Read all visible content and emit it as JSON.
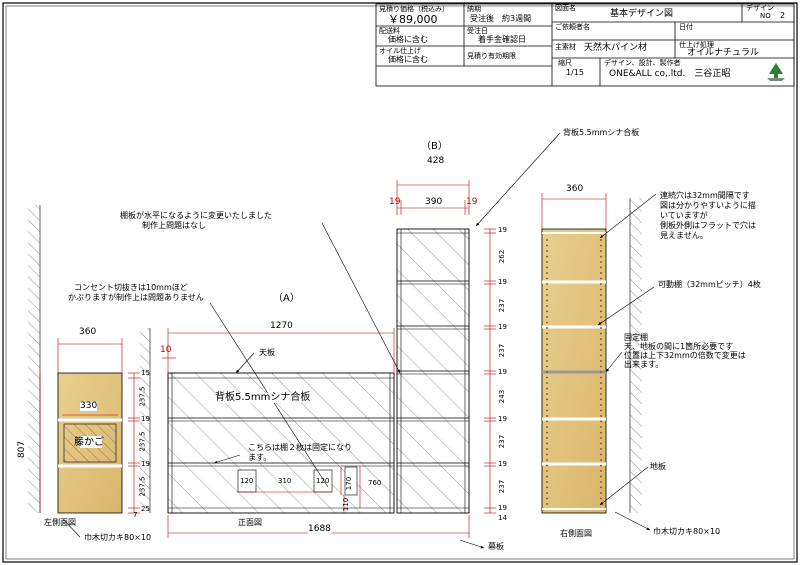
{
  "title_block": {
    "estimate_label": "見積り価格（税込み）",
    "estimate_value": "￥89,000",
    "delivery_fee_label": "配送料",
    "delivery_fee_value": "価格に含む",
    "oil_label": "オイル仕上げ",
    "oil_value": "価格に含む",
    "lead_time_label": "納期",
    "lead_time_value": "受注後　約3週間",
    "order_date_label": "受注日",
    "order_date_value": "着手金確認日",
    "validity_label": "見積り有効期限",
    "drawing_name_label": "図面名",
    "drawing_name_value": "基本デザイン図",
    "design_no_label": "デザイン",
    "design_no_sub": "NO",
    "design_no_value": "2",
    "client_label": "ご依頼者名",
    "date_label": "日付",
    "material_label": "主素材",
    "material_value": "天然木パイン材",
    "finish_label": "仕上げ処理",
    "finish_value": "オイルナチュラル",
    "scale_label": "縮尺",
    "scale_value": "1/15",
    "maker_label": "デザイン、設計、製作者",
    "maker_value": "ONE&ALL co,.ltd.　三谷正昭"
  },
  "notes": {
    "shelf_note_1": "棚板が水平になるように変更いたしました",
    "shelf_note_2": "制作上問題はなし",
    "outlet_note_1": "コンセント切抜きは10mmほど",
    "outlet_note_2": "かぶりますが制作上は問題ありません",
    "back_board_top": "背板5.5mmシナ合板",
    "hole_note_1": "連続穴は32mm間隔です",
    "hole_note_2": "図は分かりやすいように描",
    "hole_note_3": "いていますが",
    "hole_note_4": "側板外側はフラットで穴は",
    "hole_note_5": "見えません。",
    "movable_shelf": "可動棚（32mmピッチ）4枚",
    "fixed_shelf_1": "固定棚",
    "fixed_shelf_2": "天、地板の間に1箇所必要です",
    "fixed_shelf_3": "位置は上下32mmの倍数で変更は",
    "fixed_shelf_4": "出来ます。",
    "ground_board": "地板",
    "fixed_two_1": "こちらは棚２枚は固定になり",
    "fixed_two_2": "ます。",
    "top_board": "天板",
    "back_board_main": "背板5.5mmシナ合板",
    "rattan": "籐かご",
    "kickboard": "幕板",
    "baseboard_cut_left": "巾木切カキ80×10",
    "baseboard_cut_right": "巾木切カキ80×10"
  },
  "views": {
    "A": "（A）",
    "B": "（B）",
    "left_side": "左側面図",
    "front": "正面図",
    "right_side": "右側面図"
  },
  "dims": {
    "d428": "428",
    "d19a": "19",
    "d390": "390",
    "d19b": "19",
    "d1270": "1270",
    "d10": "10",
    "d360l": "360",
    "d330": "330",
    "d360r": "360",
    "d807": "807",
    "d1688": "1688",
    "d120a": "120",
    "d310": "310",
    "d120b": "120",
    "d170": "170",
    "d110": "110",
    "d760": "760",
    "lv1": "15",
    "lv2": "237.5",
    "lv3": "19",
    "lv4": "237.5",
    "lv5": "19",
    "lv6": "237.5",
    "lv7": "25",
    "lv8": "7",
    "bv1": "19",
    "bv2": "262",
    "bv3": "19",
    "bv4": "237",
    "bv5": "19",
    "bv6": "237",
    "bv7": "19",
    "bv8": "243",
    "bv9": "19",
    "bv10": "237",
    "bv11": "19",
    "bv12": "237",
    "bv13": "19",
    "bv14": "14"
  }
}
